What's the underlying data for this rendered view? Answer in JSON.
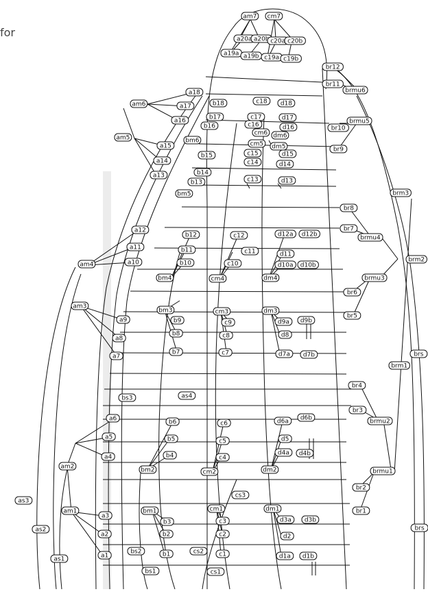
{
  "header": {
    "fragment": "for"
  },
  "labels": {
    "am7": "am7",
    "cm7": "cm7",
    "a20a": "a20a",
    "a20b": "a20b",
    "c20a": "c20a",
    "c20b": "c20b",
    "a19a": "a19a",
    "a19b": "a19b",
    "c19a": "c19a",
    "c19b": "c19b",
    "br12": "br12",
    "br11": "br11",
    "brmu6": "brmu6",
    "br10": "br10",
    "brmu5": "brmu5",
    "br9": "br9",
    "a18": "a18",
    "a17": "a17",
    "a16": "a16",
    "a15": "a15",
    "a14": "a14",
    "a13": "a13",
    "a12": "a12",
    "a11": "a11",
    "a10": "a10",
    "a9": "a9",
    "a8": "a8",
    "a7": "a7",
    "a6": "a6",
    "a5": "a5",
    "a4": "a4",
    "a3": "a3",
    "a2": "a2",
    "a1": "a1",
    "am6": "am6",
    "am5": "am5",
    "am4": "am4",
    "am3": "am3",
    "am2": "am2",
    "am1": "am1",
    "as1": "as1",
    "as2": "as2",
    "as3": "as3",
    "as4": "as4",
    "b18": "b18",
    "b17": "b17",
    "b16": "b16",
    "bm6": "bm6",
    "b15": "b15",
    "b14": "b14",
    "b13": "b13",
    "bm5": "bm5",
    "b12": "b12",
    "b11": "b11",
    "b10": "b10",
    "bm4": "bm4",
    "bm3": "bm3",
    "b9": "b9",
    "b8": "b8",
    "b7": "b7",
    "b6": "b6",
    "b5": "b5",
    "b4": "b4",
    "bm2": "bm2",
    "bm1": "bm1",
    "b3": "b3",
    "b2": "b2",
    "b1": "b1",
    "bs1": "bs1",
    "bs2": "bs2",
    "bs3": "bs3",
    "c18": "c18",
    "c17": "c17",
    "c16": "c16",
    "cm6": "cm6",
    "cm5": "cm5",
    "c15": "c15",
    "c14": "c14",
    "c13": "c13",
    "c12": "c12",
    "c11": "c11",
    "c10": "c10",
    "cm4": "cm4",
    "cm3": "cm3",
    "c9": "c9",
    "c8": "c8",
    "c7": "c7",
    "c6": "c6",
    "c5": "c5",
    "c4": "c4",
    "cm2": "cm2",
    "cm1": "cm1",
    "c3": "c3",
    "c2": "c2",
    "c1": "c1",
    "cs1": "cs1",
    "cs2": "cs2",
    "cs3": "cs3",
    "d18": "d18",
    "d17": "d17",
    "d16": "d16",
    "dm6": "dm6",
    "dm5": "dm5",
    "d15": "d15",
    "d14": "d14",
    "d13": "d13",
    "d12a": "d12a",
    "d12b": "d12b",
    "d11": "d11",
    "d10a": "d10a",
    "d10b": "d10b",
    "dm4": "dm4",
    "dm3": "dm3",
    "d9a": "d9a",
    "d9b": "d9b",
    "d8": "d8",
    "d7a": "d7a",
    "d7b": "d7b",
    "d6a": "d6a",
    "d6b": "d6b",
    "d5": "d5",
    "d4a": "d4a",
    "d4b": "d4b",
    "dm2": "dm2",
    "dm1": "dm1",
    "d3a": "d3a",
    "d3b": "d3b",
    "d2": "d2",
    "d1a": "d1a",
    "d1b": "d1b",
    "br8": "br8",
    "br7": "br7",
    "brmu4": "brmu4",
    "brm3": "brm3",
    "brm2": "brm2",
    "brmu3": "brmu3",
    "br6": "br6",
    "br5": "br5",
    "brm1": "brm1",
    "br4": "br4",
    "br3": "br3",
    "brmu2": "brmu2",
    "brmu1": "brmu1",
    "br2": "br2",
    "br1": "br1",
    "brs_top": "brs",
    "brs_bottom": "brs"
  }
}
